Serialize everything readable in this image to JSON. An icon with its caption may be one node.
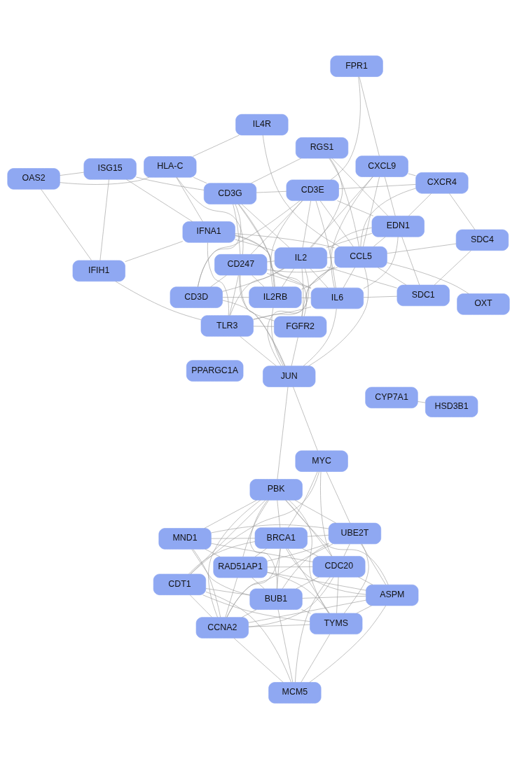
{
  "diagram": {
    "nodes": [
      {
        "text": [
          "CDT1"
        ]
      },
      {
        "text": [
          "MCM5"
        ]
      },
      {
        "text": [
          "TYMS"
        ]
      },
      {
        "text": [
          "RAD51AP1"
        ]
      },
      {
        "text": [
          "BUB1"
        ]
      },
      {
        "text": [
          "MND1"
        ]
      },
      {
        "text": [
          "CCNA2"
        ]
      },
      {
        "text": [
          "CDC20"
        ]
      },
      {
        "text": [
          "BRCA1"
        ]
      },
      {
        "text": [
          "ASPM"
        ]
      },
      {
        "text": [
          "UBE2T"
        ]
      },
      {
        "text": [
          "PBK"
        ]
      },
      {
        "text": [
          "PPARGC1A"
        ]
      },
      {
        "text": [
          "MYC"
        ]
      },
      {
        "text": [
          "CYP7A1"
        ]
      },
      {
        "text": [
          "HSD3B1"
        ]
      },
      {
        "text": [
          "JUN"
        ]
      },
      {
        "text": [
          "IFIH1"
        ]
      },
      {
        "text": [
          "IL6"
        ]
      },
      {
        "text": [
          "FGFR2"
        ]
      },
      {
        "text": [
          "OAS2"
        ]
      },
      {
        "text": [
          "ISG15"
        ]
      },
      {
        "text": [
          "TLR3"
        ]
      },
      {
        "text": [
          "CD3D"
        ]
      },
      {
        "text": [
          "IFNA1"
        ]
      },
      {
        "text": [
          "CXCR4"
        ]
      },
      {
        "text": [
          "CD3G"
        ]
      },
      {
        "text": [
          "IL2"
        ]
      },
      {
        "text": [
          "IL2RB"
        ]
      },
      {
        "text": [
          "OXT"
        ]
      },
      {
        "text": [
          "CD247"
        ]
      },
      {
        "text": [
          "CCL5"
        ]
      },
      {
        "text": [
          "CD3E"
        ]
      },
      {
        "text": [
          "EDN1"
        ]
      },
      {
        "text": [
          "RGS1"
        ]
      },
      {
        "text": [
          "CXCL9"
        ]
      },
      {
        "text": [
          "HLA-C"
        ]
      },
      {
        "text": [
          "SDC1"
        ]
      },
      {
        "text": [
          "IL4R"
        ]
      },
      {
        "text": [
          "FPR1"
        ]
      },
      {
        "text": [
          "SDC4"
        ]
      }
    ],
    "edges": [
      {
        "from": 0,
        "to": 1,
        "arrow": "none"
      },
      {
        "from": 0,
        "to": 2,
        "arrow": "none"
      },
      {
        "from": 0,
        "to": 6,
        "arrow": "none"
      },
      {
        "from": 0,
        "to": 4,
        "arrow": "none"
      },
      {
        "from": 0,
        "to": 8,
        "arrow": "none"
      },
      {
        "from": 0,
        "to": 11,
        "arrow": "none"
      },
      {
        "from": 0,
        "to": 13,
        "arrow": "none"
      },
      {
        "from": 1,
        "to": 2,
        "arrow": "none"
      },
      {
        "from": 1,
        "to": 4,
        "arrow": "none"
      },
      {
        "from": 1,
        "to": 7,
        "arrow": "none"
      },
      {
        "from": 1,
        "to": 9,
        "arrow": "none"
      },
      {
        "from": 1,
        "to": 6,
        "arrow": "none"
      },
      {
        "from": 2,
        "to": 3,
        "arrow": "none"
      },
      {
        "from": 2,
        "to": 4,
        "arrow": "none"
      },
      {
        "from": 2,
        "to": 6,
        "arrow": "none"
      },
      {
        "from": 2,
        "to": 7,
        "arrow": "none"
      },
      {
        "from": 2,
        "to": 11,
        "arrow": "none"
      },
      {
        "from": 2,
        "to": 9,
        "arrow": "none"
      },
      {
        "from": 2,
        "to": 10,
        "arrow": "none"
      },
      {
        "from": 2,
        "to": 8,
        "arrow": "none"
      },
      {
        "from": 3,
        "to": 4,
        "arrow": "none"
      },
      {
        "from": 3,
        "to": 5,
        "arrow": "none"
      },
      {
        "from": 3,
        "to": 6,
        "arrow": "none"
      },
      {
        "from": 3,
        "to": 9,
        "arrow": "none"
      },
      {
        "from": 3,
        "to": 10,
        "arrow": "none"
      },
      {
        "from": 3,
        "to": 7,
        "arrow": "none"
      },
      {
        "from": 3,
        "to": 11,
        "arrow": "none"
      },
      {
        "from": 3,
        "to": 8,
        "arrow": "none"
      },
      {
        "from": 4,
        "to": 5,
        "arrow": "none"
      },
      {
        "from": 4,
        "to": 6,
        "arrow": "none"
      },
      {
        "from": 4,
        "to": 7,
        "arrow": "none"
      },
      {
        "from": 4,
        "to": 8,
        "arrow": "none"
      },
      {
        "from": 4,
        "to": 11,
        "arrow": "none"
      },
      {
        "from": 4,
        "to": 9,
        "arrow": "none"
      },
      {
        "from": 4,
        "to": 10,
        "arrow": "none"
      },
      {
        "from": 5,
        "to": 6,
        "arrow": "none"
      },
      {
        "from": 5,
        "to": 7,
        "arrow": "none"
      },
      {
        "from": 5,
        "to": 8,
        "arrow": "none"
      },
      {
        "from": 5,
        "to": 11,
        "arrow": "none"
      },
      {
        "from": 5,
        "to": 10,
        "arrow": "none"
      },
      {
        "from": 6,
        "to": 7,
        "arrow": "none"
      },
      {
        "from": 6,
        "to": 8,
        "arrow": "none"
      },
      {
        "from": 6,
        "to": 9,
        "arrow": "none"
      },
      {
        "from": 6,
        "to": 10,
        "arrow": "none"
      },
      {
        "from": 6,
        "to": 11,
        "arrow": "none"
      },
      {
        "from": 7,
        "to": 8,
        "arrow": "none"
      },
      {
        "from": 7,
        "to": 9,
        "arrow": "none"
      },
      {
        "from": 7,
        "to": 10,
        "arrow": "none"
      },
      {
        "from": 7,
        "to": 11,
        "arrow": "none"
      },
      {
        "from": 7,
        "to": 13,
        "arrow": "none"
      },
      {
        "from": 8,
        "to": 9,
        "arrow": "none"
      },
      {
        "from": 8,
        "to": 10,
        "arrow": "none"
      },
      {
        "from": 8,
        "to": 11,
        "arrow": "none"
      },
      {
        "from": 8,
        "to": 13,
        "arrow": "none"
      },
      {
        "from": 9,
        "to": 10,
        "arrow": "none"
      },
      {
        "from": 9,
        "to": 11,
        "arrow": "none"
      },
      {
        "from": 10,
        "to": 11,
        "arrow": "none"
      },
      {
        "from": 10,
        "to": 13,
        "arrow": "none"
      },
      {
        "from": 11,
        "to": 16,
        "arrow": "none"
      },
      {
        "from": 13,
        "to": 16,
        "arrow": "none"
      },
      {
        "from": 14,
        "to": 15,
        "arrow": "none"
      },
      {
        "from": 16,
        "to": 19,
        "arrow": "none"
      },
      {
        "from": 16,
        "to": 18,
        "arrow": "none"
      },
      {
        "from": 16,
        "to": 22,
        "arrow": "none"
      },
      {
        "from": 16,
        "to": 27,
        "arrow": "none"
      },
      {
        "from": 16,
        "to": 30,
        "arrow": "none"
      },
      {
        "from": 16,
        "to": 23,
        "arrow": "none"
      },
      {
        "from": 16,
        "to": 28,
        "arrow": "none"
      },
      {
        "from": 16,
        "to": 31,
        "arrow": "none"
      },
      {
        "from": 17,
        "to": 20,
        "arrow": "none"
      },
      {
        "from": 17,
        "to": 21,
        "arrow": "none"
      },
      {
        "from": 17,
        "to": 24,
        "arrow": "none"
      },
      {
        "from": 17,
        "to": 22,
        "arrow": "none"
      },
      {
        "from": 20,
        "to": 21,
        "arrow": "none"
      },
      {
        "from": 20,
        "to": 36,
        "arrow": "none"
      },
      {
        "from": 21,
        "to": 24,
        "arrow": "none"
      },
      {
        "from": 21,
        "to": 26,
        "arrow": "none"
      },
      {
        "from": 24,
        "to": 18,
        "arrow": "none"
      },
      {
        "from": 24,
        "to": 22,
        "arrow": "none"
      },
      {
        "from": 24,
        "to": 27,
        "arrow": "none"
      },
      {
        "from": 24,
        "to": 28,
        "arrow": "none"
      },
      {
        "from": 24,
        "to": 36,
        "arrow": "none"
      },
      {
        "from": 24,
        "to": 31,
        "arrow": "none"
      },
      {
        "from": 19,
        "to": 26,
        "arrow": "none"
      },
      {
        "from": 19,
        "to": 27,
        "arrow": "none"
      },
      {
        "from": 19,
        "to": 31,
        "arrow": "none"
      },
      {
        "from": 19,
        "to": 22,
        "arrow": "none"
      },
      {
        "from": 19,
        "to": 30,
        "arrow": "none"
      },
      {
        "from": 22,
        "to": 27,
        "arrow": "none"
      },
      {
        "from": 22,
        "to": 31,
        "arrow": "none"
      },
      {
        "from": 22,
        "to": 30,
        "arrow": "none"
      },
      {
        "from": 22,
        "to": 18,
        "arrow": "none"
      },
      {
        "from": 18,
        "to": 27,
        "arrow": "none"
      },
      {
        "from": 18,
        "to": 31,
        "arrow": "none"
      },
      {
        "from": 18,
        "to": 30,
        "arrow": "none"
      },
      {
        "from": 18,
        "to": 33,
        "arrow": "none"
      },
      {
        "from": 18,
        "to": 28,
        "arrow": "none"
      },
      {
        "from": 18,
        "to": 32,
        "arrow": "none"
      },
      {
        "from": 18,
        "to": 35,
        "arrow": "none"
      },
      {
        "from": 18,
        "to": 37,
        "arrow": "none"
      },
      {
        "from": 23,
        "to": 27,
        "arrow": "none"
      },
      {
        "from": 23,
        "to": 26,
        "arrow": "none"
      },
      {
        "from": 23,
        "to": 28,
        "arrow": "none"
      },
      {
        "from": 23,
        "to": 30,
        "arrow": "none"
      },
      {
        "from": 23,
        "to": 32,
        "arrow": "none"
      },
      {
        "from": 25,
        "to": 32,
        "arrow": "none"
      },
      {
        "from": 25,
        "to": 35,
        "arrow": "none"
      },
      {
        "from": 25,
        "to": 40,
        "arrow": "none"
      },
      {
        "from": 25,
        "to": 31,
        "arrow": "none"
      },
      {
        "from": 25,
        "to": 33,
        "arrow": "none"
      },
      {
        "from": 26,
        "to": 27,
        "arrow": "none"
      },
      {
        "from": 26,
        "to": 28,
        "arrow": "none"
      },
      {
        "from": 26,
        "to": 32,
        "arrow": "none"
      },
      {
        "from": 26,
        "to": 34,
        "arrow": "none"
      },
      {
        "from": 26,
        "to": 36,
        "arrow": "none"
      },
      {
        "from": 26,
        "to": 30,
        "arrow": "none"
      },
      {
        "from": 27,
        "to": 28,
        "arrow": "none"
      },
      {
        "from": 27,
        "to": 31,
        "arrow": "none"
      },
      {
        "from": 27,
        "to": 30,
        "arrow": "none"
      },
      {
        "from": 27,
        "to": 33,
        "arrow": "none"
      },
      {
        "from": 27,
        "to": 35,
        "arrow": "none"
      },
      {
        "from": 27,
        "to": 37,
        "arrow": "none"
      },
      {
        "from": 27,
        "to": 32,
        "arrow": "none"
      },
      {
        "from": 27,
        "to": 34,
        "arrow": "none"
      },
      {
        "from": 29,
        "to": 31,
        "arrow": "none"
      },
      {
        "from": 34,
        "to": 31,
        "arrow": "none"
      },
      {
        "from": 34,
        "to": 33,
        "arrow": "none"
      },
      {
        "from": 31,
        "to": 30,
        "arrow": "none"
      },
      {
        "from": 31,
        "to": 33,
        "arrow": "none"
      },
      {
        "from": 31,
        "to": 32,
        "arrow": "none"
      },
      {
        "from": 31,
        "to": 35,
        "arrow": "none"
      },
      {
        "from": 31,
        "to": 37,
        "arrow": "none"
      },
      {
        "from": 31,
        "to": 40,
        "arrow": "none"
      },
      {
        "from": 31,
        "to": 38,
        "arrow": "none"
      },
      {
        "from": 36,
        "to": 38,
        "arrow": "none"
      },
      {
        "from": 36,
        "to": 30,
        "arrow": "none"
      },
      {
        "from": 37,
        "to": 33,
        "arrow": "none"
      },
      {
        "from": 37,
        "to": 40,
        "arrow": "none"
      },
      {
        "from": 39,
        "to": 35,
        "arrow": "none"
      },
      {
        "from": 39,
        "to": 32,
        "arrow": "none"
      },
      {
        "from": 33,
        "to": 35,
        "arrow": "none"
      },
      {
        "from": 33,
        "to": 32,
        "arrow": "none"
      },
      {
        "from": 33,
        "to": 28,
        "arrow": "none"
      },
      {
        "from": 30,
        "to": 32,
        "arrow": "none"
      },
      {
        "from": 30,
        "to": 28,
        "arrow": "none"
      },
      {
        "from": 32,
        "to": 28,
        "arrow": "none"
      }
    ]
  }
}
